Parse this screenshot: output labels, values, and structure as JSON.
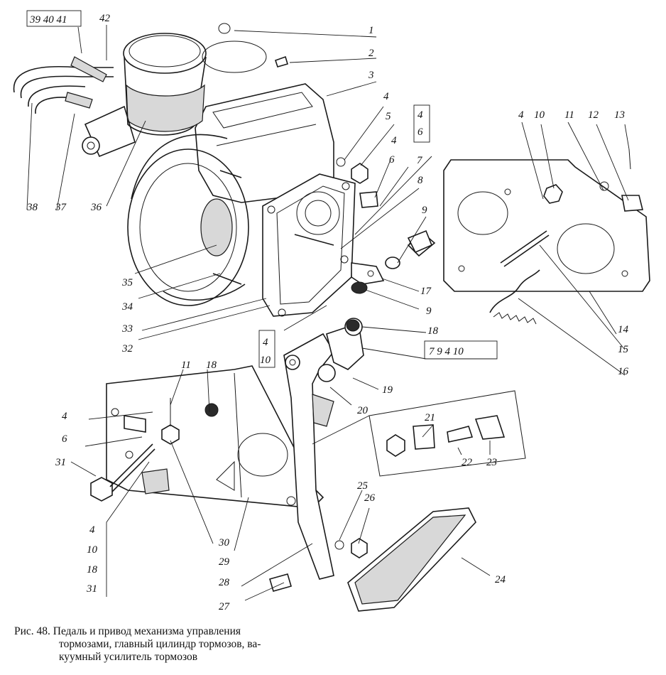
{
  "caption": {
    "line1": "Рис. 48. Педаль и привод механизма управления",
    "line2": "тормозами, главный цилиндр тормозов, ва-",
    "line3": "куумный усилитель тормозов"
  },
  "boxes": {
    "top_left": "39 40 41",
    "right_stack": [
      "4",
      "6"
    ],
    "mid_stack": [
      "4",
      "10"
    ],
    "row_7_9_4_10": "7 9 4 10",
    "left_stack": [
      "4",
      "10",
      "18",
      "31"
    ]
  },
  "callouts": [
    "1",
    "2",
    "3",
    "4",
    "5",
    "4",
    "6",
    "7",
    "8",
    "9",
    "17",
    "9",
    "18",
    "19",
    "20",
    "21",
    "22",
    "23",
    "24",
    "25",
    "26",
    "27",
    "28",
    "29",
    "30",
    "31",
    "32",
    "33",
    "34",
    "35",
    "36",
    "37",
    "38",
    "42",
    "4",
    "10",
    "11",
    "12",
    "13",
    "14",
    "15",
    "16",
    "11",
    "18",
    "4",
    "6"
  ]
}
